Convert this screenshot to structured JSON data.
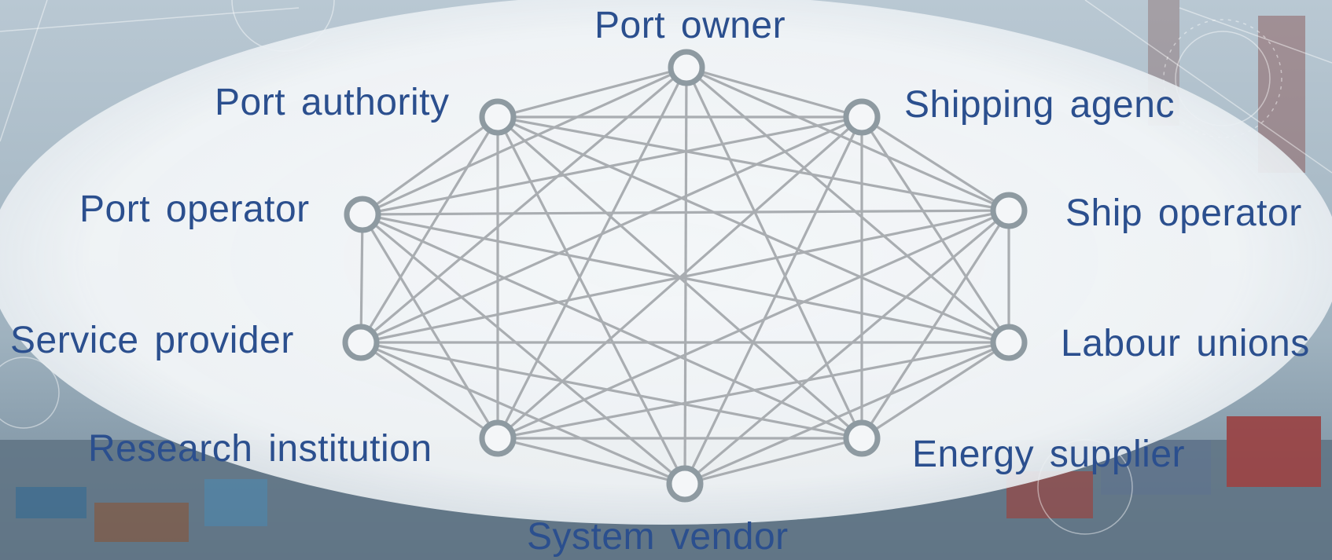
{
  "diagram": {
    "nodes": [
      {
        "id": "port-owner",
        "label": "Port owner"
      },
      {
        "id": "port-authority",
        "label": "Port authority"
      },
      {
        "id": "shipping-agency",
        "label": "Shipping agenc"
      },
      {
        "id": "port-operator",
        "label": "Port operator"
      },
      {
        "id": "ship-operator",
        "label": "Ship operator"
      },
      {
        "id": "service-provider",
        "label": "Service provider"
      },
      {
        "id": "labour-unions",
        "label": "Labour unions"
      },
      {
        "id": "research-institution",
        "label": "Research institution"
      },
      {
        "id": "energy-supplier",
        "label": "Energy supplier"
      },
      {
        "id": "system-vendor",
        "label": "System vendor"
      }
    ],
    "connectivity": "complete-graph",
    "colors": {
      "label": "#2b4f8e",
      "node_ring": "#8e9aa1",
      "edge": "#a9adb1",
      "ellipse": "#f4f6f8",
      "background": "#8fa3b3"
    }
  }
}
